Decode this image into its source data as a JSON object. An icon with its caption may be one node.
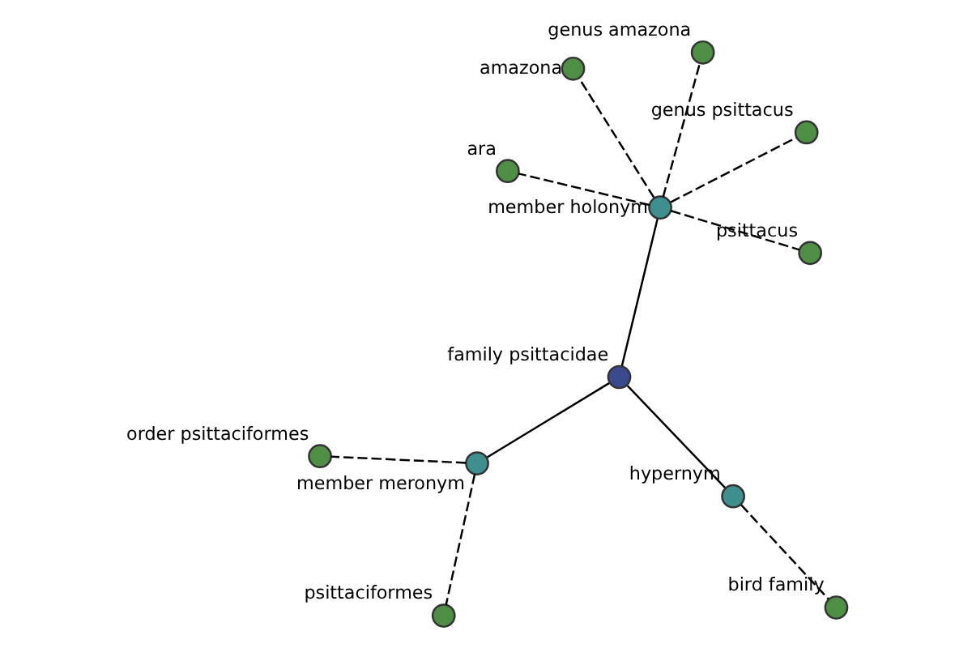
{
  "diagram": {
    "nodes": [
      {
        "text": [],
        "shape": "circle",
        "beside": [
          "ara"
        ]
      },
      {
        "text": [],
        "shape": "circle",
        "beside": [
          "genus psittacus"
        ]
      },
      {
        "text": [],
        "shape": "circle",
        "beside": [
          "psittacus"
        ]
      },
      {
        "text": [],
        "shape": "circle",
        "beside": [
          "genus amazona"
        ]
      },
      {
        "text": [],
        "shape": "circle",
        "beside": [
          "member holonym"
        ]
      },
      {
        "text": [],
        "shape": "circle",
        "beside": [
          "amazona"
        ]
      },
      {
        "text": [],
        "shape": "circle",
        "beside": [
          "family psittacidae"
        ]
      },
      {
        "text": [],
        "shape": "circle",
        "beside": [
          "hypernym"
        ]
      },
      {
        "text": [],
        "shape": "circle",
        "beside": [
          "member meronym"
        ]
      },
      {
        "text": [],
        "shape": "circle",
        "beside": [
          "bird family"
        ]
      },
      {
        "text": [],
        "shape": "circle",
        "beside": [
          "psittaciformes"
        ]
      },
      {
        "text": [],
        "shape": "circle",
        "beside": [
          "order psittaciformes"
        ]
      }
    ],
    "edges": [
      {
        "from": 6,
        "to": 4,
        "arrow": "none"
      },
      {
        "from": 4,
        "to": 0,
        "arrow": "none",
        "style": "dashed"
      },
      {
        "from": 4,
        "to": 1,
        "arrow": "none",
        "style": "dashed"
      },
      {
        "from": 4,
        "to": 2,
        "arrow": "none",
        "style": "dashed"
      },
      {
        "from": 4,
        "to": 3,
        "arrow": "none",
        "style": "dashed"
      },
      {
        "from": 4,
        "to": 5,
        "arrow": "none",
        "style": "dashed"
      },
      {
        "from": 6,
        "to": 7,
        "arrow": "none"
      },
      {
        "from": 7,
        "to": 9,
        "arrow": "none",
        "style": "dashed"
      },
      {
        "from": 6,
        "to": 8,
        "arrow": "none"
      },
      {
        "from": 8,
        "to": 10,
        "arrow": "none",
        "style": "dashed"
      },
      {
        "from": 8,
        "to": 11,
        "arrow": "none",
        "style": "dashed"
      }
    ]
  }
}
